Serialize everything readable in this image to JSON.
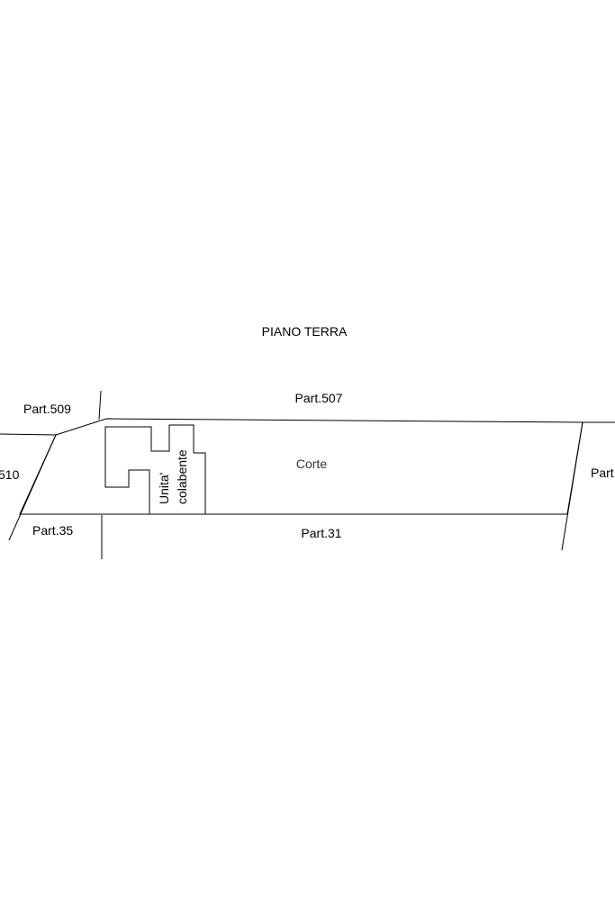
{
  "plan": {
    "title": "PIANO TERRA",
    "labels": {
      "part_509": "Part.509",
      "part_507": "Part.507",
      "part_510_partial": "510",
      "part_35": "Part.35",
      "part_31": "Part.31",
      "part_right_partial": "Part",
      "corte": "Corte",
      "unita_line1": "Unita'",
      "unita_line2": "colabente"
    }
  }
}
